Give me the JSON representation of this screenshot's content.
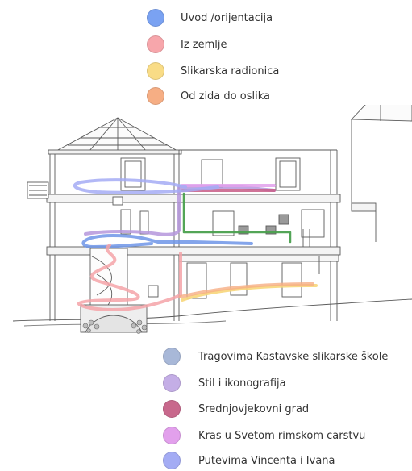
{
  "legend_top": [
    {
      "label": "Uvod /orijentacija",
      "color": "#7aa2f2"
    },
    {
      "label": "Iz zemlje",
      "color": "#f7a6ab"
    },
    {
      "label": "Slikarska radionica",
      "color": "#f9dc86"
    },
    {
      "label": "Od zida do oslika",
      "color": "#f6ae84"
    }
  ],
  "legend_bottom": [
    {
      "label": "Tragovima Kastavske slikarske škole",
      "color": "#a8b8d8"
    },
    {
      "label": "Stil i ikonografija",
      "color": "#c4aee6"
    },
    {
      "label": "Srednjovjekovni grad",
      "color": "#c8688c"
    },
    {
      "label": "Kras u Svetom rimskom carstvu",
      "color": "#e2a0ec"
    },
    {
      "label": "Putevima Vincenta i Ivana",
      "color": "#a4acf4"
    }
  ],
  "route_colors": {
    "blue": "#6f95e8",
    "pink": "#f4a3a8",
    "yellow": "#f7d67a",
    "green": "#4aa04e",
    "purple": "#b596dc",
    "magenta": "#c85c86"
  }
}
